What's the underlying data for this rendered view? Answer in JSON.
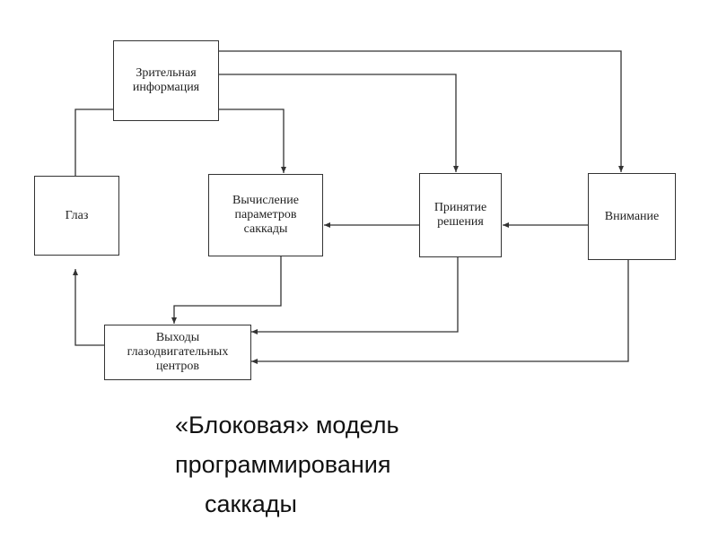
{
  "diagram": {
    "nodes": {
      "visual_info": "Зрительная\nинформация",
      "eye": "Глаз",
      "saccade_params": "Вычисление\nпараметров\nсаккады",
      "decision": "Принятие\nрешения",
      "attention": "Внимание",
      "oculomotor_outputs": "Выходы\nглазодвигательных\nцентров"
    },
    "edges": [
      {
        "from": "visual_info",
        "to": "saccade_params"
      },
      {
        "from": "visual_info",
        "to": "decision"
      },
      {
        "from": "visual_info",
        "to": "attention"
      },
      {
        "from": "eye",
        "to": "visual_info"
      },
      {
        "from": "decision",
        "to": "saccade_params"
      },
      {
        "from": "attention",
        "to": "decision"
      },
      {
        "from": "saccade_params",
        "to": "oculomotor_outputs"
      },
      {
        "from": "decision",
        "to": "oculomotor_outputs"
      },
      {
        "from": "attention",
        "to": "oculomotor_outputs"
      },
      {
        "from": "oculomotor_outputs",
        "to": "eye"
      }
    ],
    "line_color": "#333333"
  },
  "caption": {
    "line1": "«Блоковая» модель",
    "line2": "программирования",
    "line3": "саккады"
  }
}
